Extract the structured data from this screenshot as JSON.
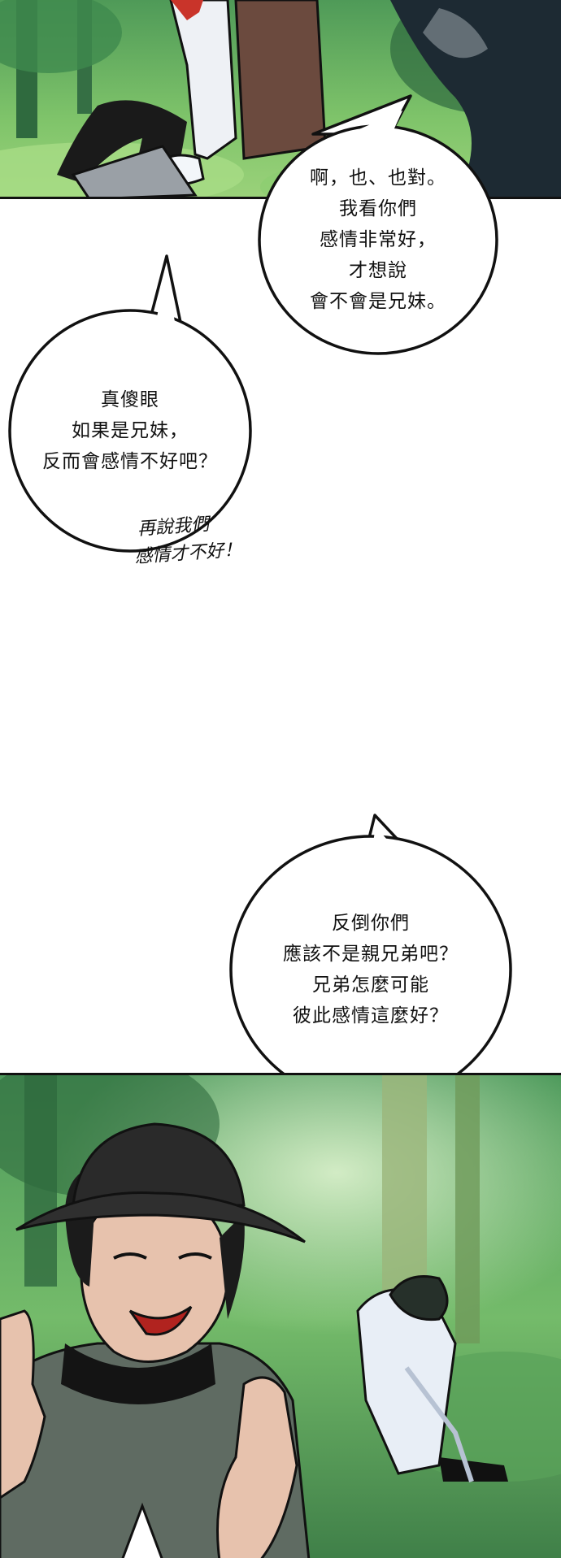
{
  "colors": {
    "forest_light": "#7fc46a",
    "forest_dark": "#2f6a3e",
    "ink": "#111111",
    "bubble_fill": "#ffffff"
  },
  "panels": {
    "top": {
      "scene": "forest-ground-figures"
    },
    "bottom": {
      "scene": "forest-hat-man-and-crouching-boy"
    }
  },
  "bubbles": {
    "b1": {
      "lines": [
        "啊，也、也對。",
        "我看你們",
        "感情非常好，",
        "才想說",
        "會不會是兄妹。"
      ]
    },
    "b2": {
      "lines": [
        "真傻眼",
        "如果是兄妹，",
        "反而會感情不好吧？"
      ]
    },
    "b3": {
      "lines": [
        "反倒你們",
        "應該不是親兄弟吧？",
        "兄弟怎麼可能",
        "彼此感情這麼好？"
      ]
    }
  },
  "sfx": {
    "lines": [
      "再說我們",
      "感情才不好！"
    ]
  }
}
